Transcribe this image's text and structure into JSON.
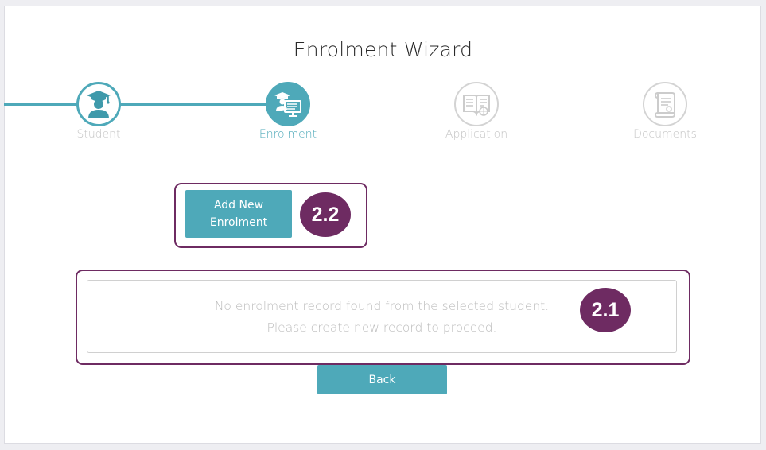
{
  "wizard": {
    "title": "Enrolment Wizard",
    "steps": [
      {
        "label": "Student",
        "icon": "student-graduate-icon",
        "state": "completed"
      },
      {
        "label": "Enrolment",
        "icon": "enrolment-classroom-icon",
        "state": "active"
      },
      {
        "label": "Application",
        "icon": "application-book-icon",
        "state": "pending"
      },
      {
        "label": "Documents",
        "icon": "documents-certificate-icon",
        "state": "pending"
      }
    ]
  },
  "actions": {
    "add_new_line1": "Add New",
    "add_new_line2": "Enrolment",
    "back_label": "Back"
  },
  "empty_state": {
    "line1": "No enrolment record found from the selected student.",
    "line2": "Please create new record to proceed."
  },
  "annotations": {
    "badge_add": "2.2",
    "badge_empty": "2.1"
  },
  "colors": {
    "accent": "#4ea9b9",
    "annotation": "#6e2b62",
    "inactive": "#d3d3d3"
  }
}
